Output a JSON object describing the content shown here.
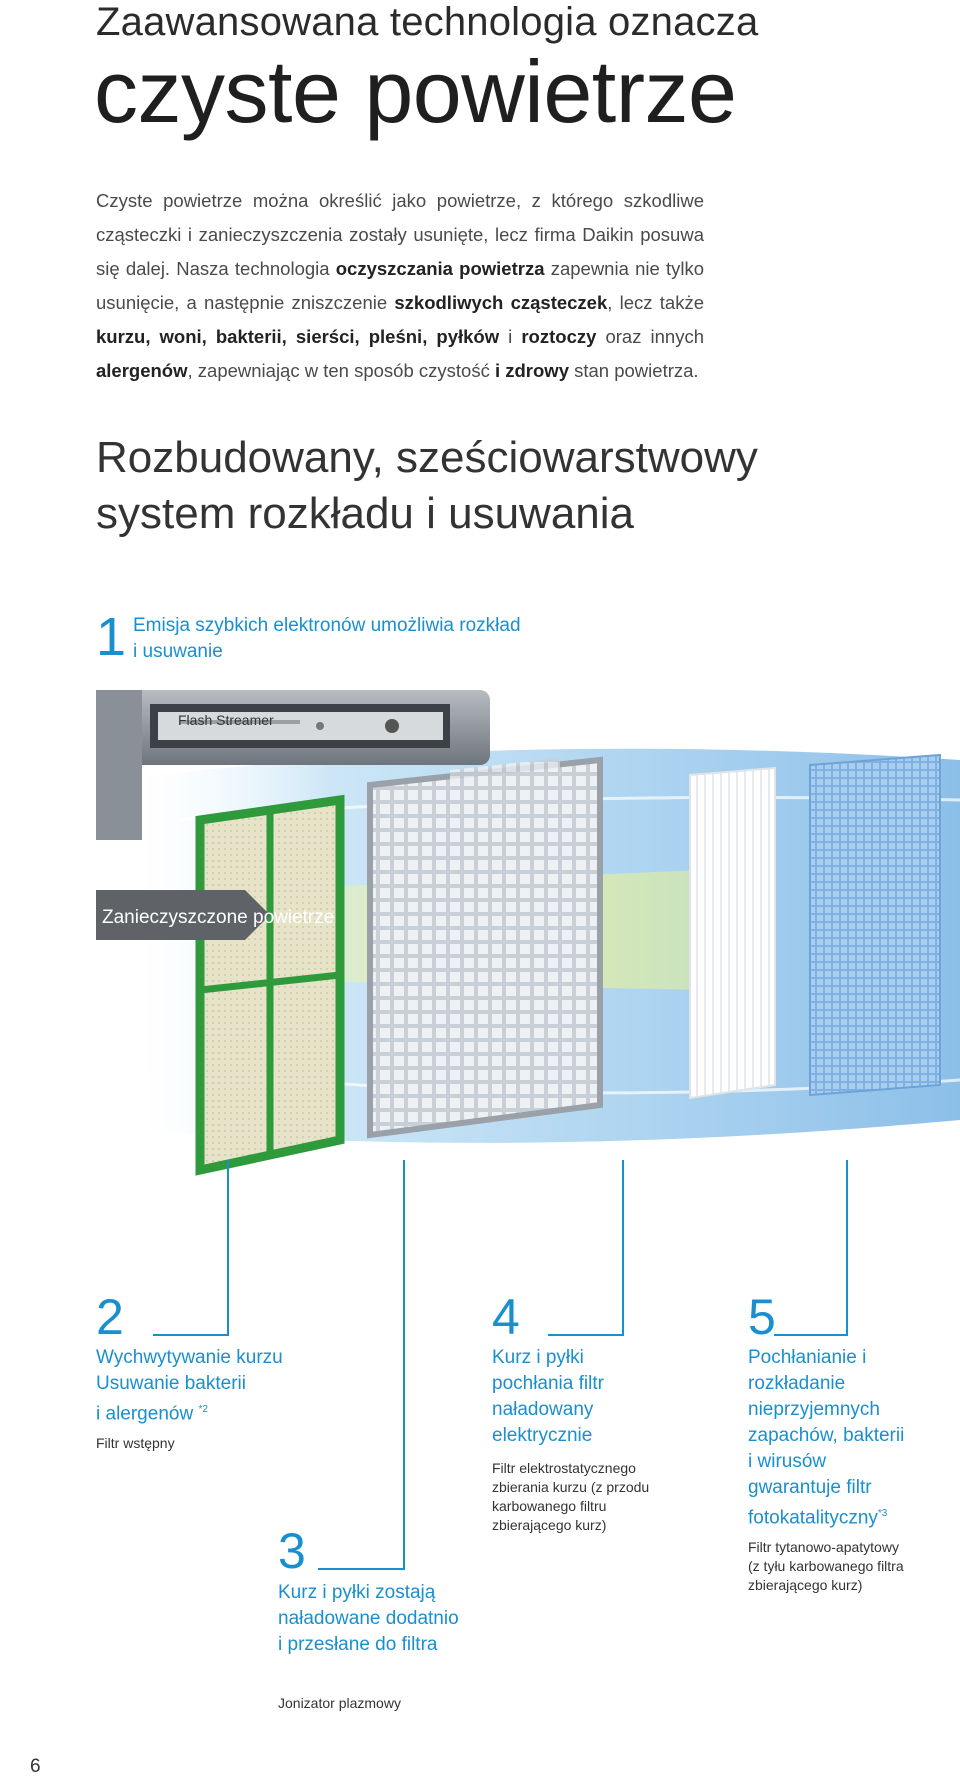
{
  "header": {
    "subtitle": "Zaawansowana technologia oznacza",
    "title": "czyste powietrze"
  },
  "intro": {
    "p1": "Czyste powietrze można określić jako powietrze, z którego szkodliwe cząsteczki i zanieczyszczenia zostały usunięte, lecz firma Daikin posuwa się dalej. Nasza technologia ",
    "b1": "oczyszczania powietrza",
    "p2": " zapewnia nie tylko usunięcie, a następnie zniszczenie ",
    "b2": "szkodliwych cząsteczek",
    "p3": ", lecz także ",
    "b3": "kurzu, woni, bakterii, sierści, pleśni, pyłków",
    "p4": " i ",
    "b4": "roztoczy",
    "p5": " oraz innych ",
    "b5": "alergenów",
    "p6": ", zapewniając w ten sposób czystość ",
    "b6": "i zdrowy",
    "p7": " stan powietrza."
  },
  "section_title": "Rozbudowany, sześciowarstwowy system rozkładu i usuwania",
  "steps": {
    "s1": {
      "num": "1",
      "line1": "Emisja szybkich elektronów umożliwia rozkład",
      "line2": "i usuwanie"
    },
    "s2": {
      "num": "2",
      "line1": "Wychwytywanie kurzu",
      "line2": "Usuwanie bakterii",
      "line3": "i alergenów",
      "sup": "*2",
      "caption": "Filtr wstępny"
    },
    "s3": {
      "num": "3",
      "line1": "Kurz i pyłki zostają",
      "line2": "naładowane dodatnio",
      "line3": "i przesłane do filtra",
      "caption": "Jonizator plazmowy"
    },
    "s4": {
      "num": "4",
      "line1": "Kurz i pyłki",
      "line2": "pochłania filtr",
      "line3": "naładowany",
      "line4": "elektrycznie",
      "cap1": "Filtr elektrostatycznego",
      "cap2": "zbierania kurzu (z przodu",
      "cap3": "karbowanego filtru",
      "cap4": "zbierającego kurz)"
    },
    "s5": {
      "num": "5",
      "line1": "Pochłanianie i",
      "line2": "rozkładanie",
      "line3": "nieprzyjemnych",
      "line4": "zapachów, bakterii",
      "line5": "i wirusów",
      "line6": "gwarantuje filtr",
      "line7": "fotokatalityczny",
      "sup": "*3",
      "cap1": "Filtr tytanowo-apatytowy",
      "cap2": "(z tyłu karbowanego filtra",
      "cap3": "zbierającego kurz)"
    }
  },
  "image": {
    "flash_label": "Flash Streamer",
    "arrow_label": "Zanieczyszczone powietrze"
  },
  "page_number": "6",
  "colors": {
    "accent": "#1a8fd0",
    "filter_green": "#2e9a3c",
    "air_blue": "#8fc4e8"
  }
}
